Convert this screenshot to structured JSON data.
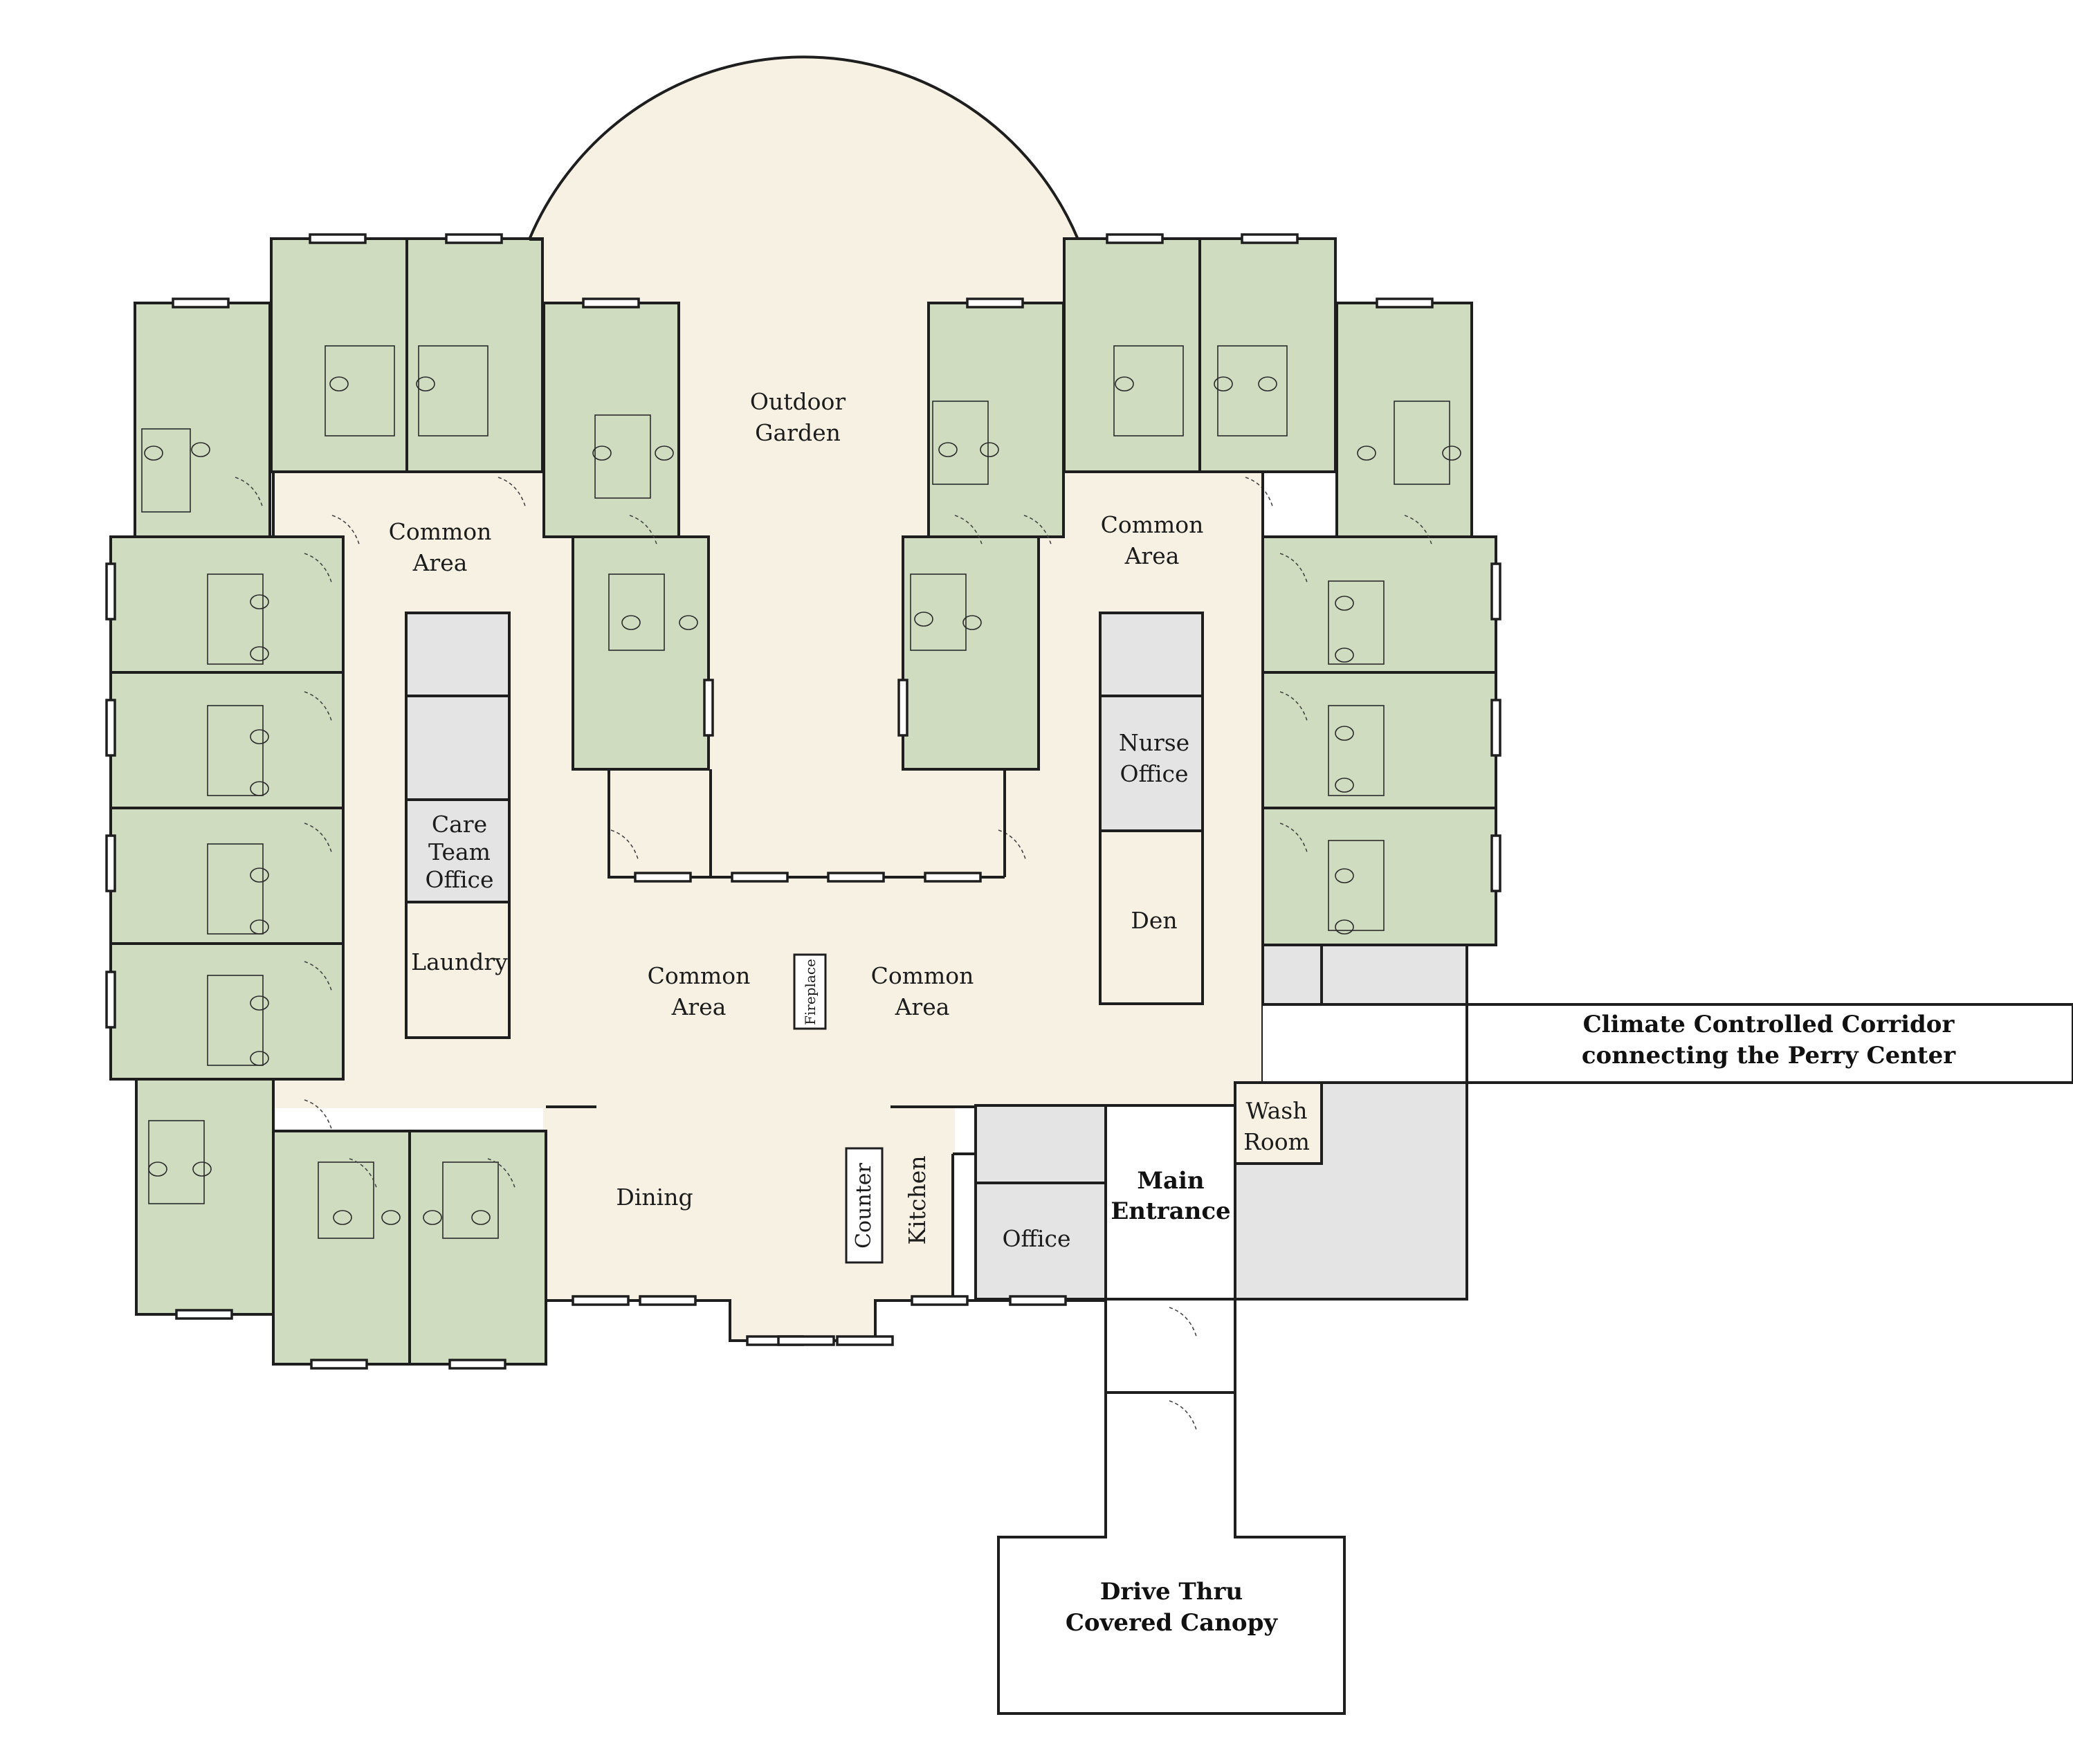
{
  "colors": {
    "common": "#f6f1e2",
    "resident_room": "#cfdcbf",
    "service": "#e4e4e4",
    "exterior": "#ffffff",
    "wall": "#1e1e1e"
  },
  "labels": {
    "outdoor_garden": [
      "Outdoor",
      "Garden"
    ],
    "common_area_nw": [
      "Common",
      "Area"
    ],
    "common_area_ne": [
      "Common",
      "Area"
    ],
    "common_area_cw": [
      "Common",
      "Area"
    ],
    "common_area_ce": [
      "Common",
      "Area"
    ],
    "care_team_office": [
      "Care",
      "Team",
      "Office"
    ],
    "laundry": "Laundry",
    "nurse_office": [
      "Nurse",
      "Office"
    ],
    "den": "Den",
    "fireplace": "Fireplace",
    "dining": "Dining",
    "counter": "Counter",
    "kitchen": "Kitchen",
    "office": "Office",
    "main_entrance": [
      "Main",
      "Entrance"
    ],
    "wash_room": [
      "Wash",
      "Room"
    ],
    "corridor": [
      "Climate Controlled Corridor",
      "connecting the Perry Center"
    ],
    "canopy": [
      "Drive Thru",
      "Covered Canopy"
    ]
  }
}
